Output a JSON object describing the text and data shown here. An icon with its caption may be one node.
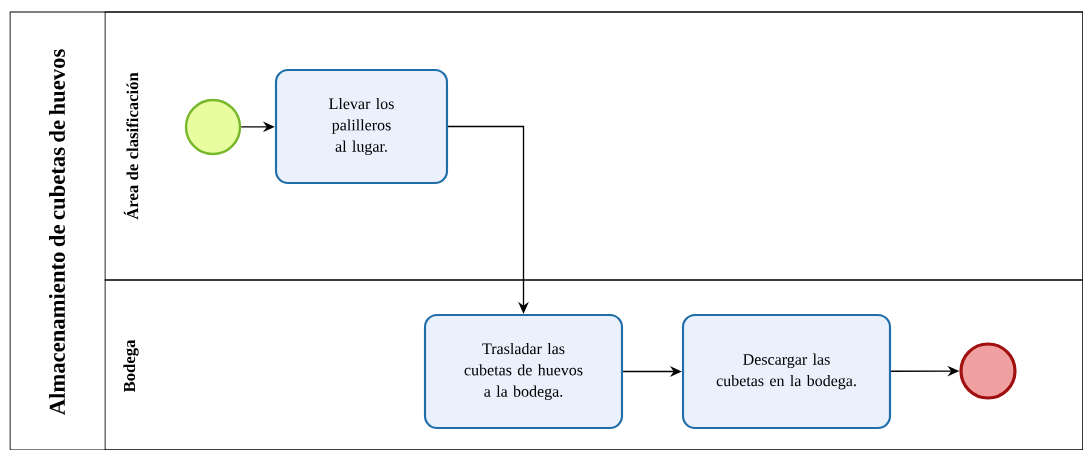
{
  "diagram": {
    "nodes": [
      {
        "text": [
          "Almacenamiento de cubetas de huevos"
        ]
      },
      {
        "text": [
          "Área de clasificación"
        ],
        "in": 0
      },
      {
        "text": [
          "Bodega"
        ],
        "in": 0
      },
      {
        "text": [],
        "shape": "circle",
        "in": 1
      },
      {
        "text": [
          "Llevar los palilleros al lugar."
        ],
        "in": 1
      },
      {
        "text": [
          "Trasladar las cubetas de huevos a la bodega."
        ],
        "in": 2
      },
      {
        "text": [
          "Descargar las cubetas en la bodega."
        ],
        "in": 2
      },
      {
        "text": [],
        "shape": "circle",
        "in": 2
      }
    ],
    "edges": [
      {
        "from": 3,
        "to": 4,
        "arrow": "to"
      },
      {
        "from": 4,
        "to": 5,
        "arrow": "to"
      },
      {
        "from": 5,
        "to": 6,
        "arrow": "to"
      },
      {
        "from": 6,
        "to": 7,
        "arrow": "to"
      }
    ]
  }
}
